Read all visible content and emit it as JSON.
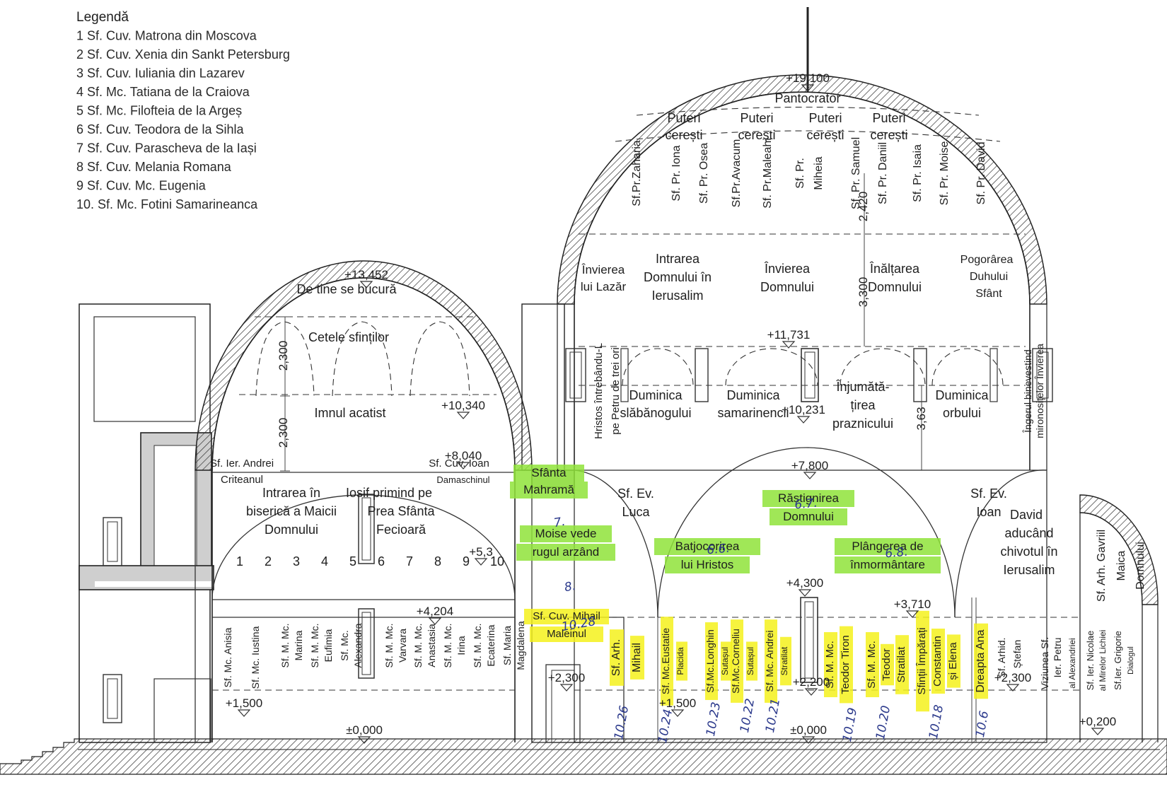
{
  "legend": {
    "title": "Legendă",
    "items": [
      "1 Sf. Cuv. Matrona din Moscova",
      "2 Sf. Cuv. Xenia din Sankt Petersburg",
      "3 Sf. Cuv. Iuliania din Lazarev",
      "4 Sf. Mc. Tatiana de la Craiova",
      "5 Sf. Mc. Filofteia de la Argeș",
      "6 Sf. Cuv. Teodora de la Sihla",
      "7 Sf. Cuv. Parascheva de la Iași",
      "8 Sf. Cuv. Melania Romana",
      "9 Sf. Cuv. Mc. Eugenia",
      "10. Sf. Mc. Fotini Samarineanca"
    ]
  },
  "colors": {
    "highlight_yellow": "#f5f11c",
    "highlight_green": "#8fe33a",
    "wall_fill": "#cfcfcf",
    "handwriting": "#2c3a8c"
  },
  "labels": [
    {
      "t": "De tine se bucură",
      "fs": 18
    },
    {
      "t": "Cetele sfinților",
      "fs": 18
    },
    {
      "t": "Imnul acatist",
      "fs": 18
    },
    {
      "t": "Sf. Ier. Andrei",
      "fs": 15
    },
    {
      "t": "Criteanul",
      "fs": 15
    },
    {
      "t": "Sf. Cuv. Ioan",
      "fs": 15
    },
    {
      "t": "Damaschinul",
      "fs": 13
    },
    {
      "t": "Intrarea în",
      "fs": 18
    },
    {
      "t": "biserică a Maicii",
      "fs": 18
    },
    {
      "t": "Domnului",
      "fs": 18
    },
    {
      "t": "Iosif primind pe",
      "fs": 18
    },
    {
      "t": "Prea Sfânta",
      "fs": 18
    },
    {
      "t": "Fecioară",
      "fs": 18
    },
    {
      "t": "Pantocrator",
      "fs": 18
    },
    {
      "t": "Puteri",
      "fs": 18
    },
    {
      "t": "cerești",
      "fs": 18
    },
    {
      "t": "Puteri",
      "fs": 18
    },
    {
      "t": "cerești",
      "fs": 18
    },
    {
      "t": "Puteri",
      "fs": 18
    },
    {
      "t": "cerești",
      "fs": 18
    },
    {
      "t": "Puteri",
      "fs": 18
    },
    {
      "t": "cerești",
      "fs": 18
    },
    {
      "t": "Învierea",
      "fs": 17
    },
    {
      "t": "lui Lazăr",
      "fs": 17
    },
    {
      "t": "Intrarea",
      "fs": 18
    },
    {
      "t": "Domnului în",
      "fs": 18
    },
    {
      "t": "Ierusalim",
      "fs": 18
    },
    {
      "t": "Învierea",
      "fs": 18
    },
    {
      "t": "Domnului",
      "fs": 18
    },
    {
      "t": "Înălțarea",
      "fs": 18
    },
    {
      "t": "Domnului",
      "fs": 18
    },
    {
      "t": "Pogorârea",
      "fs": 16
    },
    {
      "t": "Duhului",
      "fs": 16
    },
    {
      "t": "Sfânt",
      "fs": 16
    },
    {
      "t": "Duminica",
      "fs": 18
    },
    {
      "t": "slăbănogului",
      "fs": 18
    },
    {
      "t": "Duminica",
      "fs": 18
    },
    {
      "t": "samarinencii",
      "fs": 18
    },
    {
      "t": "Înjumătă-",
      "fs": 18
    },
    {
      "t": "țirea",
      "fs": 18
    },
    {
      "t": "praznicului",
      "fs": 18
    },
    {
      "t": "Duminica",
      "fs": 18
    },
    {
      "t": "orbului",
      "fs": 18
    },
    {
      "t": "Sf. Ev.",
      "fs": 18
    },
    {
      "t": "Luca",
      "fs": 18
    },
    {
      "t": "Sf. Ev.",
      "fs": 18
    },
    {
      "t": "Ioan",
      "fs": 18
    },
    {
      "t": "David",
      "fs": 18
    },
    {
      "t": "aducând",
      "fs": 18
    },
    {
      "t": "chivotul în",
      "fs": 18
    },
    {
      "t": "Ierusalim",
      "fs": 18
    },
    {
      "t": "1",
      "fs": 18
    },
    {
      "t": "2",
      "fs": 18
    },
    {
      "t": "3",
      "fs": 18
    },
    {
      "t": "4",
      "fs": 18
    },
    {
      "t": "5",
      "fs": 18
    },
    {
      "t": "6",
      "fs": 18
    },
    {
      "t": "7",
      "fs": 18
    },
    {
      "t": "8",
      "fs": 18
    },
    {
      "t": "9",
      "fs": 18
    },
    {
      "t": "10",
      "fs": 18
    }
  ],
  "highlighted": [
    {
      "t": "Sfânta",
      "fs": 17,
      "c": "green"
    },
    {
      "t": "Mahramă",
      "fs": 17,
      "c": "green"
    },
    {
      "t": "Moise vede",
      "fs": 17,
      "c": "green"
    },
    {
      "t": "rugul arzând",
      "fs": 17,
      "c": "green"
    },
    {
      "t": "Răstignirea",
      "fs": 17,
      "c": "green"
    },
    {
      "t": "Domnului",
      "fs": 17,
      "c": "green"
    },
    {
      "t": "Batjocorirea",
      "fs": 17,
      "c": "green"
    },
    {
      "t": "lui Hristos",
      "fs": 17,
      "c": "green"
    },
    {
      "t": "Plângerea de",
      "fs": 17,
      "c": "green"
    },
    {
      "t": "înmormântare",
      "fs": 17,
      "c": "green"
    },
    {
      "t": "Sf. Cuv. Mihail",
      "fs": 15,
      "c": "yellow"
    },
    {
      "t": "Maleinul",
      "fs": 15,
      "c": "yellow"
    }
  ],
  "vertical_labels": [
    {
      "t": "Sf.Pr.Zaharia",
      "fs": 16
    },
    {
      "t": "Sf. Pr. Iona",
      "fs": 16
    },
    {
      "t": "Sf. Pr. Osea",
      "fs": 16
    },
    {
      "t": "Sf.Pr.Avacum",
      "fs": 16
    },
    {
      "t": "Sf. Pr.Maleahi",
      "fs": 16
    },
    {
      "t": "Sf. Pr.",
      "fs": 16
    },
    {
      "t": "Miheia",
      "fs": 16
    },
    {
      "t": "Sf. Pr. Samuel",
      "fs": 16
    },
    {
      "t": "Sf. Pr. Daniil",
      "fs": 16
    },
    {
      "t": "Sf. Pr. Isaia",
      "fs": 16
    },
    {
      "t": "Sf. Pr. Moise",
      "fs": 16
    },
    {
      "t": "Sf. Pr. David",
      "fs": 16
    },
    {
      "t": "Hristos întrebându-L",
      "fs": 15
    },
    {
      "t": "pe Petru de trei ori",
      "fs": 15
    },
    {
      "t": "Îngerul binevestind",
      "fs": 14
    },
    {
      "t": "mironosițelor Învierea",
      "fs": 14
    },
    {
      "t": "Sf. Mc. Anisia",
      "fs": 14
    },
    {
      "t": "Sf. Mc. Iustina",
      "fs": 14
    },
    {
      "t": "Sf. M. Mc.",
      "fs": 14
    },
    {
      "t": "Marina",
      "fs": 14
    },
    {
      "t": "Sf. M. Mc.",
      "fs": 14
    },
    {
      "t": "Eufimia",
      "fs": 14
    },
    {
      "t": "Sf. Mc.",
      "fs": 14
    },
    {
      "t": "Alexandra",
      "fs": 14
    },
    {
      "t": "Sf. M. Mc.",
      "fs": 14
    },
    {
      "t": "Varvara",
      "fs": 14
    },
    {
      "t": "Sf. M. Mc.",
      "fs": 14
    },
    {
      "t": "Anastasia",
      "fs": 14
    },
    {
      "t": "Sf. M. Mc.",
      "fs": 14
    },
    {
      "t": "Irina",
      "fs": 14
    },
    {
      "t": "Sf. M. Mc.",
      "fs": 14
    },
    {
      "t": "Ecaterina",
      "fs": 14
    },
    {
      "t": "Sf. Maria",
      "fs": 14
    },
    {
      "t": "Magdalena",
      "fs": 14
    },
    {
      "t": "Sf. Arhid.",
      "fs": 14
    },
    {
      "t": "Ștefan",
      "fs": 14
    },
    {
      "t": "Viziunea Sf.",
      "fs": 14
    },
    {
      "t": "Ier. Petru",
      "fs": 14
    },
    {
      "t": "al Alexandriei",
      "fs": 12
    },
    {
      "t": "Sf. Ier. Nicolae",
      "fs": 13
    },
    {
      "t": "al Mirelor Lichiei",
      "fs": 12
    },
    {
      "t": "Sf.Ier. Grigorie",
      "fs": 13
    },
    {
      "t": "Dialogul",
      "fs": 11
    },
    {
      "t": "Sf. Arh. Gavriil",
      "fs": 16
    },
    {
      "t": "Maica",
      "fs": 16
    },
    {
      "t": "Domnului",
      "fs": 16
    }
  ],
  "vertical_highlighted": [
    {
      "t": "Sf. Arh.",
      "fs": 16
    },
    {
      "t": "Mihail",
      "fs": 16
    },
    {
      "t": "Sf. Mc.Eustatie",
      "fs": 14
    },
    {
      "t": "Placida",
      "fs": 12
    },
    {
      "t": "Sf.Mc.Longhin",
      "fs": 14
    },
    {
      "t": "Sutașul",
      "fs": 12
    },
    {
      "t": "Sf.Mc.Corneliu",
      "fs": 14
    },
    {
      "t": "Sutașul",
      "fs": 12
    },
    {
      "t": "Sf. Mc. Andrei",
      "fs": 14
    },
    {
      "t": "Stratilat",
      "fs": 12
    },
    {
      "t": "Sf. M. Mc.",
      "fs": 15
    },
    {
      "t": "Teodor Tiron",
      "fs": 15
    },
    {
      "t": "Sf. M. Mc.",
      "fs": 15
    },
    {
      "t": "Teodor",
      "fs": 15
    },
    {
      "t": "Stratilat",
      "fs": 15
    },
    {
      "t": "Sfinții Împărați",
      "fs": 15
    },
    {
      "t": "Constantin",
      "fs": 15
    },
    {
      "t": "și Elena",
      "fs": 15
    },
    {
      "t": "Dreapta Ana",
      "fs": 16
    }
  ],
  "elevations": [
    {
      "t": "+19,100"
    },
    {
      "t": "+13,452"
    },
    {
      "t": "+11,731"
    },
    {
      "t": "+10,340"
    },
    {
      "t": "+10,231"
    },
    {
      "t": "+8,040"
    },
    {
      "t": "+7,800"
    },
    {
      "t": "+5,3"
    },
    {
      "t": "+4,300"
    },
    {
      "t": "+4,204"
    },
    {
      "t": "+3,710"
    },
    {
      "t": "+2,300"
    },
    {
      "t": "+2,300"
    },
    {
      "t": "+2,200"
    },
    {
      "t": "+1,500"
    },
    {
      "t": "+1,500"
    },
    {
      "t": "±0,000"
    },
    {
      "t": "±0,000"
    },
    {
      "t": "+0,200"
    }
  ],
  "dimensions": [
    {
      "t": "2,300"
    },
    {
      "t": "2,300"
    },
    {
      "t": "2,420"
    },
    {
      "t": "3,300"
    },
    {
      "t": "3,63"
    }
  ],
  "handwritten": [
    {
      "t": "6.7."
    },
    {
      "t": "6.6."
    },
    {
      "t": "6.8."
    },
    {
      "t": "7."
    },
    {
      "t": "8."
    },
    {
      "t": "10.28"
    },
    {
      "t": "10.26"
    },
    {
      "t": "10.24"
    },
    {
      "t": "10.23"
    },
    {
      "t": "10.22"
    },
    {
      "t": "10.21"
    },
    {
      "t": "10.19"
    },
    {
      "t": "10.20"
    },
    {
      "t": "10.18"
    },
    {
      "t": "10.6"
    }
  ]
}
